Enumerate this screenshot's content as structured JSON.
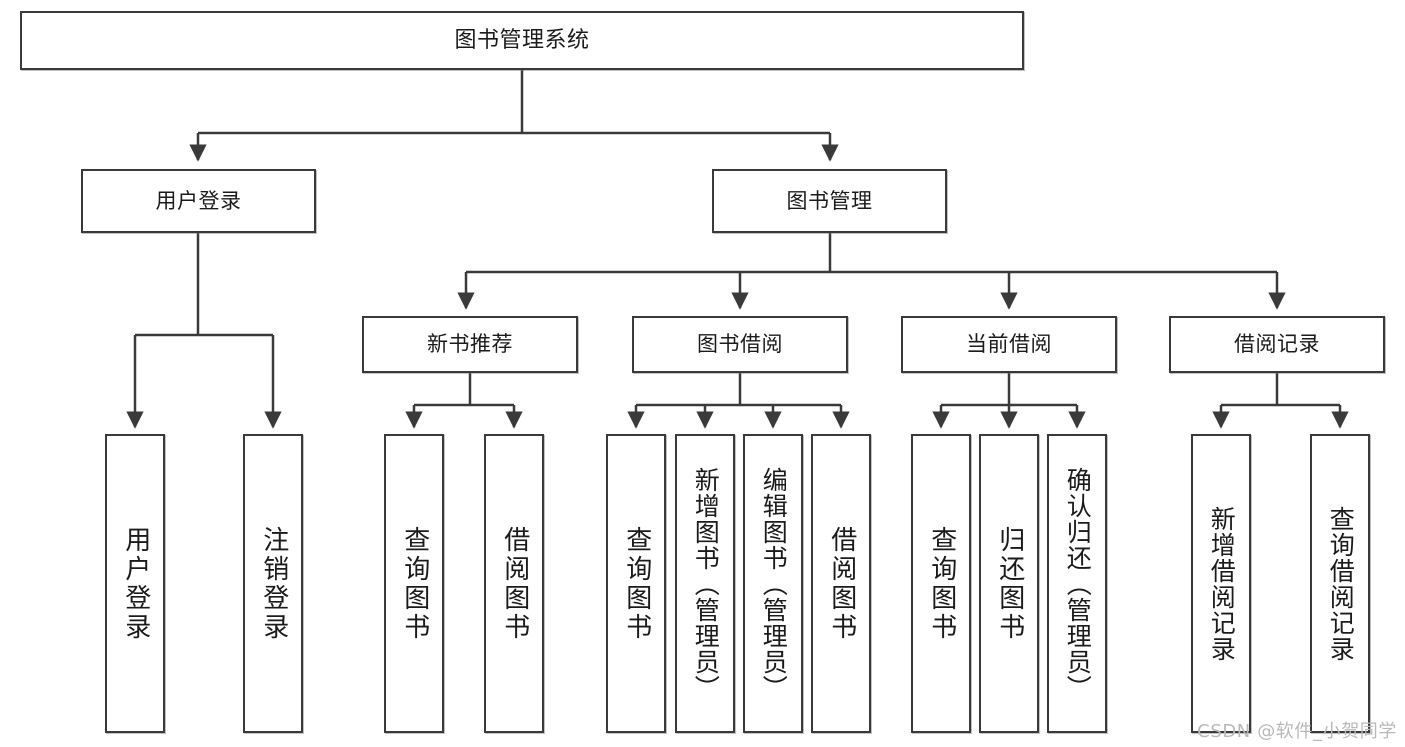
{
  "diagram": {
    "title": "图书管理系统",
    "type": "functional-structure-tree",
    "watermark": "CSDN @软件_小贺同学",
    "colors": {
      "stroke": "#3a3a3a",
      "text": "#1b1b1b",
      "background": "#ffffff",
      "watermark": "#b9b9b9"
    },
    "root": {
      "label": "图书管理系统"
    },
    "level2": [
      {
        "label": "用户登录"
      },
      {
        "label": "图书管理"
      }
    ],
    "level3": [
      {
        "label": "新书推荐"
      },
      {
        "label": "图书借阅"
      },
      {
        "label": "当前借阅"
      },
      {
        "label": "借阅记录"
      }
    ],
    "leaves": {
      "user_login": [
        {
          "label": "用户登录"
        },
        {
          "label": "注销登录"
        }
      ],
      "new_book_recommend": [
        {
          "label": "查询图书"
        },
        {
          "label": "借阅图书"
        }
      ],
      "book_borrow": [
        {
          "label": "查询图书"
        },
        {
          "label": "新增图书（管理员）"
        },
        {
          "label": "编辑图书（管理员）"
        },
        {
          "label": "借阅图书"
        }
      ],
      "current_borrow": [
        {
          "label": "查询图书"
        },
        {
          "label": "归还图书"
        },
        {
          "label": "确认归还（管理员）"
        }
      ],
      "borrow_record": [
        {
          "label": "新增借阅记录"
        },
        {
          "label": "查询借阅记录"
        }
      ]
    }
  }
}
